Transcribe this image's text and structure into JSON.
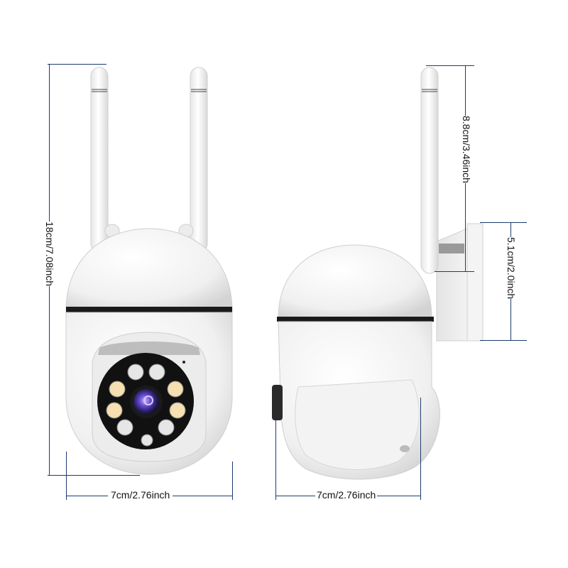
{
  "product": {
    "name": "Dual-antenna Wi-Fi PTZ security camera",
    "views": [
      "front",
      "side"
    ],
    "colors": {
      "body": "#f2f2f2",
      "shadow": "#d6d6d6",
      "accent_stripe": "#1a1a1a",
      "lens_ring": "#111111",
      "lens": "#3a2f8f",
      "led_warm": "#f6dfb0",
      "led_ir": "#e6e6e6",
      "dimension_line": "#1d3c6e"
    }
  },
  "dimensions": {
    "height": "18cm/7.08inch",
    "front_width": "7cm/2.76inch",
    "side_width": "7cm/2.76inch",
    "antenna_height": "8.8cm/3.46inch",
    "mount_height": "5.1cm/2.0inch"
  },
  "front_view": {
    "antennas": 2,
    "leds": {
      "warm_white": 4,
      "infrared": 5
    },
    "indicator_dot": true
  },
  "side_view": {
    "antennas": 1,
    "wall_mount": true
  }
}
